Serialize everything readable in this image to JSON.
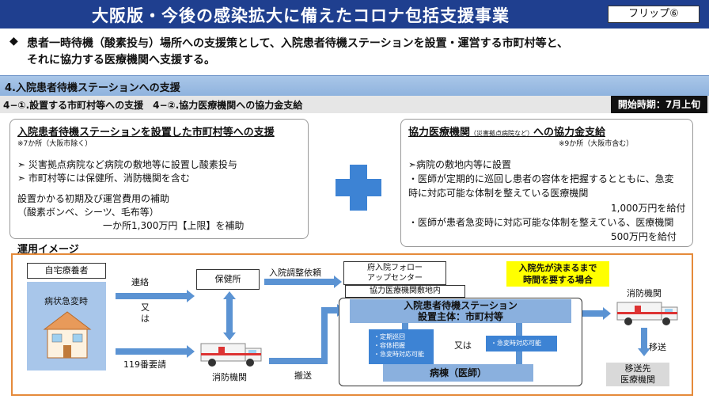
{
  "header": {
    "title": "大阪版・今後の感染拡大に備えたコロナ包括支援事業",
    "flip": "フリップ⑥"
  },
  "intro": {
    "bullet": "◆",
    "line1": "患者一時待機（酸素投与）場所への支援策として、入院患者待機ステーションを設置・運営する市町村等と、",
    "line2": "それに協力する医療機関へ支援する。"
  },
  "section": {
    "heading": "4.入院患者待機ステーションへの支援",
    "subheading": "4−①.設置する市町村等への支援　4−②.協力医療機関への協力金支給",
    "start": "開始時期：7月上旬"
  },
  "left_panel": {
    "title": "入院患者待機ステーションを設置した市町村等への支援",
    "note": "※7か所（大阪市除く）",
    "item1": "➣ 災害拠点病院など病院の敷地等に設置し酸素投与",
    "item2": "➣ 市町村等には保健所、消防機関を含む",
    "cost1": "設置かかる初期及び運営費用の補助",
    "cost2": "（酸素ボンベ、シーツ、毛布等）",
    "cost3": "一か所1,300万円【上限】を補助"
  },
  "right_panel": {
    "title_main": "協力医療機関",
    "title_small": "（災害拠点病院など）",
    "title_end": "への協力金支給",
    "note": "※9か所（大阪市含む）",
    "item1": "➣病院の敷地内等に設置",
    "item2a": "・医師が定期的に巡回し患者の容体を把握するとともに、急変",
    "item2b": "時に対応可能な体制を整えている医療機関",
    "amount1": "1,000万円を給付",
    "item3": "・医師が患者急変時に対応可能な体制を整えている、医療機関",
    "amount2": "500万円を給付"
  },
  "ops": {
    "heading": "運用イメージ",
    "home_patient": "自宅療養者",
    "sudden_change": "病状急変時",
    "contact": "連絡",
    "or_vertical": "又\nは",
    "call_119": "119番要請",
    "health_center": "保健所",
    "fire_dept": "消防機関",
    "admission_request": "入院調整依頼",
    "follow_center": "府入院フォロー\nアップセンター",
    "transport": "搬送",
    "premises": "協力医療機関敷地内",
    "station_title": "入院患者待機ステーション",
    "station_operator": "設置主体：市町村等",
    "left_items": "・定期巡回\n・容体把握\n・急変時対応可能",
    "or_text": "又は",
    "right_item": "・急変時対応可能",
    "ward": "病棟（医師）",
    "yellow_note": "入院先が決まるまで\n時間を要する場合",
    "fire_dept2": "消防機関",
    "transfer": "移送",
    "destination": "移送先\n医療機関"
  },
  "colors": {
    "title_bg": "#1f3f8f",
    "accent_blue": "#5b93d3",
    "frame_orange": "#e58a3a",
    "note_yellow": "#ffff00"
  }
}
